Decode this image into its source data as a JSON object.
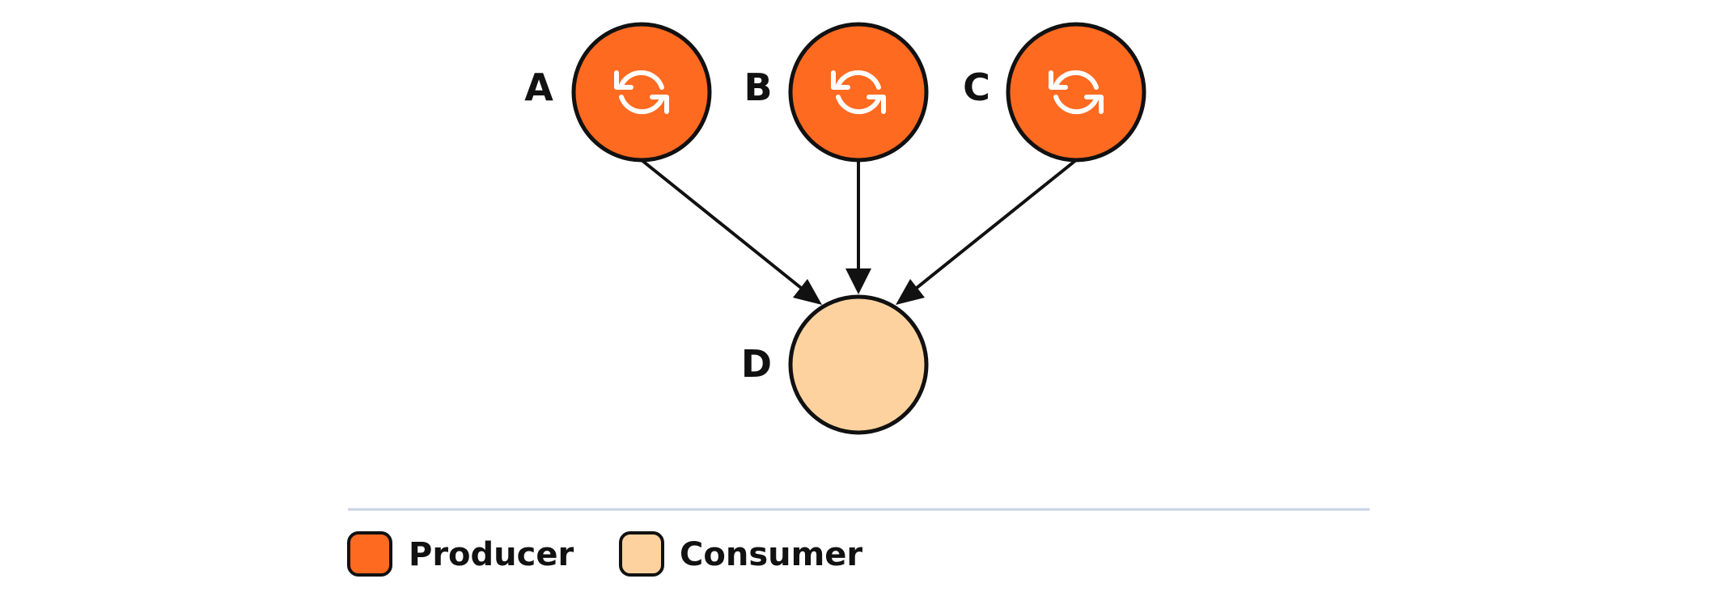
{
  "nodes": [
    {
      "id": "A",
      "label": "A",
      "role": "producer",
      "icon": "refresh-icon"
    },
    {
      "id": "B",
      "label": "B",
      "role": "producer",
      "icon": "refresh-icon"
    },
    {
      "id": "C",
      "label": "C",
      "role": "producer",
      "icon": "refresh-icon"
    },
    {
      "id": "D",
      "label": "D",
      "role": "consumer",
      "icon": ""
    }
  ],
  "edges": [
    {
      "from": "A",
      "to": "D"
    },
    {
      "from": "B",
      "to": "D"
    },
    {
      "from": "C",
      "to": "D"
    }
  ],
  "legend": {
    "items": [
      {
        "label": "Producer",
        "color": "#ff6a21"
      },
      {
        "label": "Consumer",
        "color": "#fed29f"
      }
    ]
  },
  "colors": {
    "producer": "#ff6a21",
    "consumer": "#fed29f",
    "stroke": "#111111",
    "icon": "#ffffff",
    "divider": "#c9d3e6"
  }
}
